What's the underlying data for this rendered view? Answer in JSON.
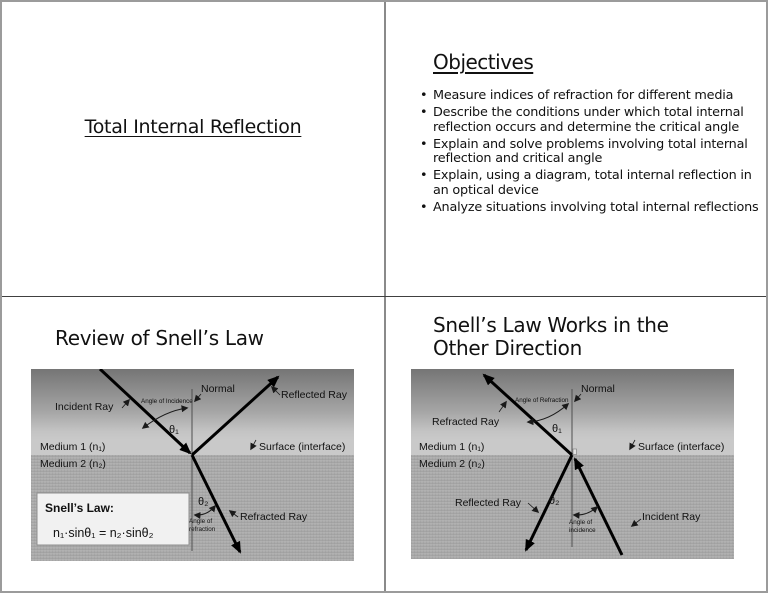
{
  "colors": {
    "page_bg": "#ffffff",
    "outer_border": "#9b9b9b",
    "divider_vertical": "#8a8a8a",
    "divider_horizontal": "#404040",
    "medium1_gradient_top": "#757575",
    "medium1_gradient_bottom": "#c9c9c9",
    "medium2_base": "#adadad",
    "ray": "#000000",
    "snell_box_bg": "#f1f1f1"
  },
  "slides": {
    "title_slide": {
      "title": "Total Internal Reflection"
    },
    "objectives": {
      "title": "Objectives",
      "bullets": [
        "Measure indices of refraction for different media",
        "Describe the conditions under which total internal reflection occurs and determine the critical angle",
        "Explain and solve problems involving total internal reflection and critical angle",
        "Explain, using a diagram, total internal reflection in an optical device",
        "Analyze situations involving total internal reflections"
      ]
    },
    "review": {
      "title": "Review of Snell’s Law",
      "diagram": {
        "incident_ray": "Incident Ray",
        "angle_of_incidence": "Angle of Incidence",
        "normal": "Normal",
        "reflected_ray": "Reflected Ray",
        "theta1": "θ₁",
        "medium1": "Medium 1 (n₁)",
        "surface": "Surface (interface)",
        "medium2": "Medium 2 (n₂)",
        "theta2": "θ₂",
        "angle_of_refraction_line1": "Angle of",
        "angle_of_refraction_line2": "refraction",
        "refracted_ray": "Refracted Ray",
        "snell_heading": "Snell’s Law:",
        "snell_formula": "n₁·sinθ₁ = n₂·sinθ₂"
      }
    },
    "other_direction": {
      "title": "Snell’s Law Works in the Other Direction",
      "diagram": {
        "refracted_ray": "Refracted Ray",
        "angle_of_refraction": "Angle of Refraction",
        "normal": "Normal",
        "theta1": "θ₁",
        "medium1": "Medium 1 (n₁)",
        "surface": "Surface (interface)",
        "medium2": "Medium 2 (n₂)",
        "reflected_ray": "Reflected Ray",
        "theta2": "θ₂",
        "angle_of_incidence_line1": "Angle of",
        "angle_of_incidence_line2": "incidence",
        "incident_ray": "Incident Ray"
      }
    }
  }
}
